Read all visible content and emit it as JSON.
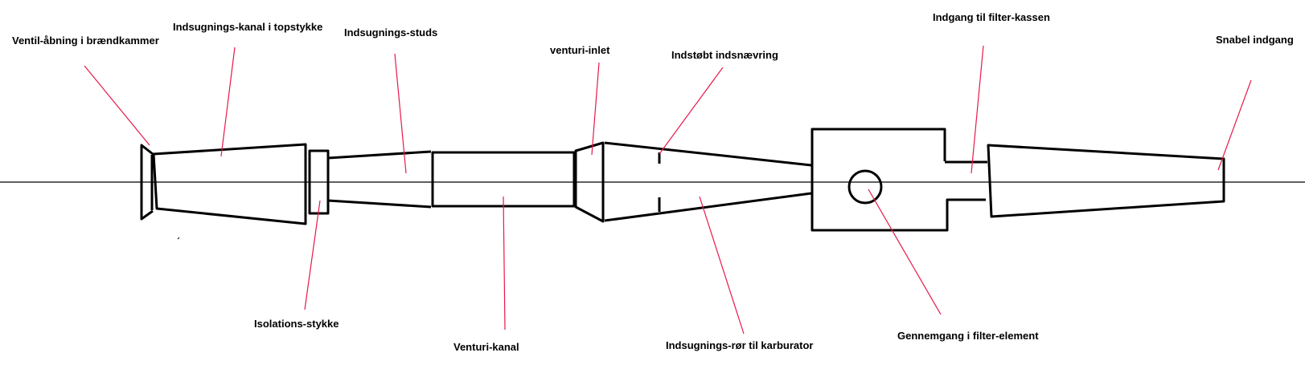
{
  "labels": {
    "ventil": "Ventil-åbning i brændkammer",
    "kanal_top": "Indsugnings-kanal i topstykke",
    "studs": "Indsugnings-studs",
    "venturi_inlet": "venturi-inlet",
    "indsnaevring": "Indstøbt indsnævring",
    "filter_indgang": "Indgang til filter-kassen",
    "snabel": "Snabel indgang",
    "isolation": "Isolations-stykke",
    "venturi_kanal": "Venturi-kanal",
    "roer_karburator": "Indsugnings-rør til karburator",
    "gennemgang": "Gennemgang i filter-element"
  },
  "colors": {
    "outline": "#000000",
    "leader": "#e8174a",
    "axis": "#000000"
  }
}
